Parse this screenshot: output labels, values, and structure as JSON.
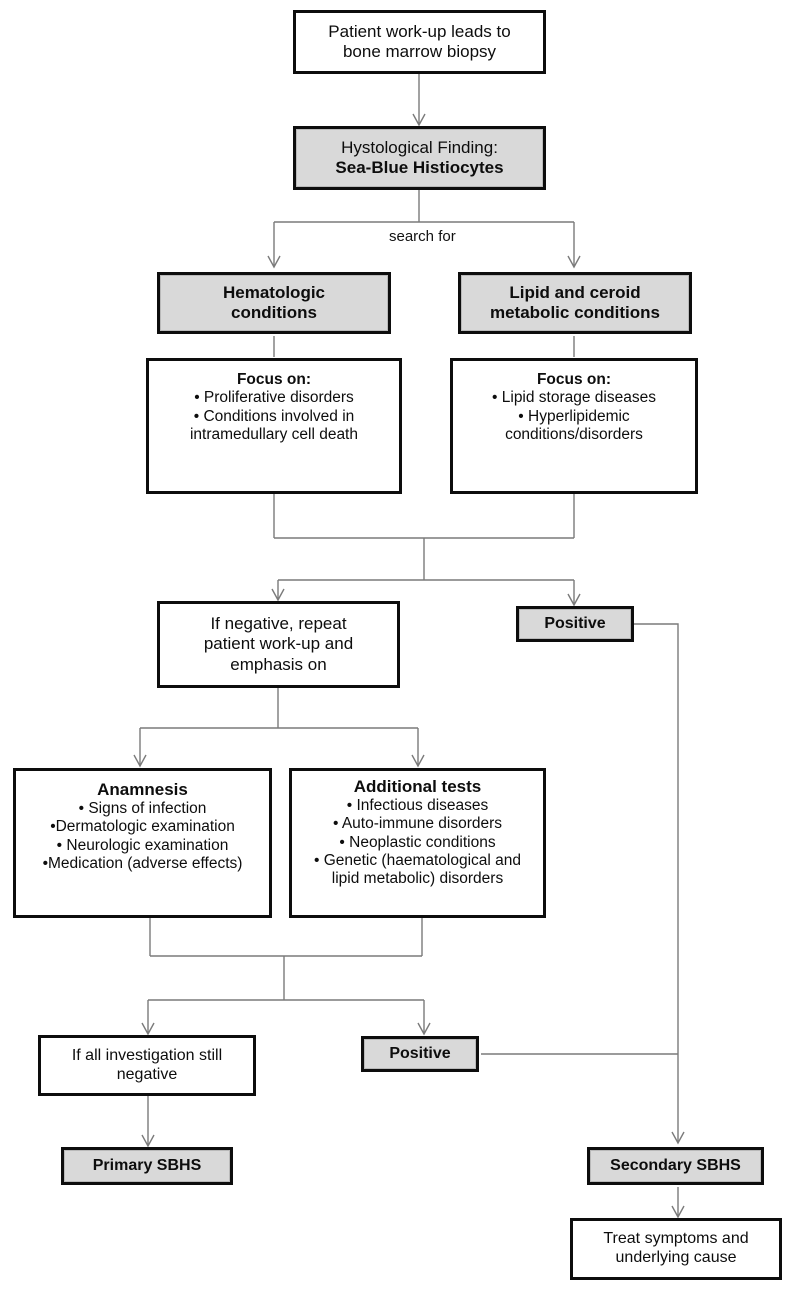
{
  "diagram": {
    "title": "Sea-Blue Histiocyte Syndrome diagnostic work-up flowchart",
    "colors": {
      "shade_fill": "#d9d9d9",
      "border": "#0d0d0d",
      "connector": "#7a7a7a",
      "background": "#ffffff"
    },
    "edge_labels": {
      "search_for": "search for"
    },
    "nodes": {
      "biopsy": {
        "line1": "Patient work-up leads to",
        "line2": "bone marrow biopsy"
      },
      "histology": {
        "line1": "Hystological Finding:",
        "line2": "Sea-Blue Histiocytes"
      },
      "hematologic": {
        "line1": "Hematologic",
        "line2": "conditions"
      },
      "lipid": {
        "line1": "Lipid and ceroid",
        "line2": "metabolic conditions"
      },
      "focus_hem": {
        "heading": "Focus on:",
        "line1": "• Proliferative disorders",
        "line2": "• Conditions involved in",
        "line3": "intramedullary cell death"
      },
      "focus_lipid": {
        "heading": "Focus on:",
        "line1": "• Lipid storage diseases",
        "line2": "• Hyperlipidemic",
        "line3": "conditions/disorders"
      },
      "if_negative": {
        "line1": "If negative, repeat",
        "line2": "patient work-up and",
        "line3": "emphasis on"
      },
      "positive_top": {
        "label": "Positive"
      },
      "anamnesis": {
        "heading": "Anamnesis",
        "line1": "• Signs of infection",
        "line2": "•Dermatologic examination",
        "line3": "• Neurologic examination",
        "line4": "•Medication (adverse effects)"
      },
      "additional_tests": {
        "heading": "Additional tests",
        "line1": "• Infectious diseases",
        "line2": "• Auto-immune disorders",
        "line3": "• Neoplastic conditions",
        "line4": "• Genetic (haematological and",
        "line5": "lipid metabolic) disorders"
      },
      "all_negative": {
        "line1": "If all investigation still",
        "line2": "negative"
      },
      "positive_bottom": {
        "label": "Positive"
      },
      "primary_sbhs": {
        "label": "Primary SBHS"
      },
      "secondary_sbhs": {
        "label": "Secondary SBHS"
      },
      "treat": {
        "line1": "Treat symptoms and",
        "line2": "underlying cause"
      }
    }
  }
}
